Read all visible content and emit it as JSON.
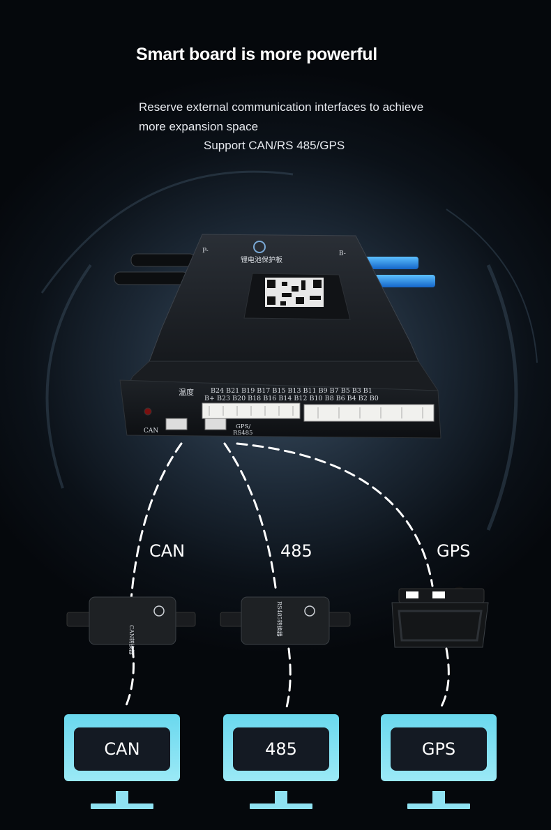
{
  "header": {
    "title": "Smart board is more powerful",
    "line1": "Reserve external communication interfaces to achieve",
    "line2": "more expansion space",
    "line3": "Support CAN/RS 485/GPS"
  },
  "board": {
    "logo_text": "锂电池保护板",
    "label_p_minus": "P-",
    "label_b_minus": "B-",
    "temp_label": "温度",
    "pins_top": "B24 B21 B19 B17 B15 B13 B11 B9 B7 B5 B3 B1",
    "pins_bottom": "B+ B23 B20 B18 B16 B14 B12 B10 B8 B6 B4 B2 B0",
    "port_can": "CAN",
    "port_gps_line1": "GPS/",
    "port_gps_line2": "RS485"
  },
  "connections": {
    "can_label": "CAN",
    "rs485_label": "485",
    "gps_label": "GPS"
  },
  "modules": {
    "can_text": "CAN转换器",
    "rs485_text": "RS485转换器"
  },
  "monitors": [
    {
      "label": "CAN"
    },
    {
      "label": "485"
    },
    {
      "label": "GPS"
    }
  ],
  "colors": {
    "monitor_frame": "#7fdff2",
    "screen": "#141a23",
    "dash": "#ffffff"
  }
}
